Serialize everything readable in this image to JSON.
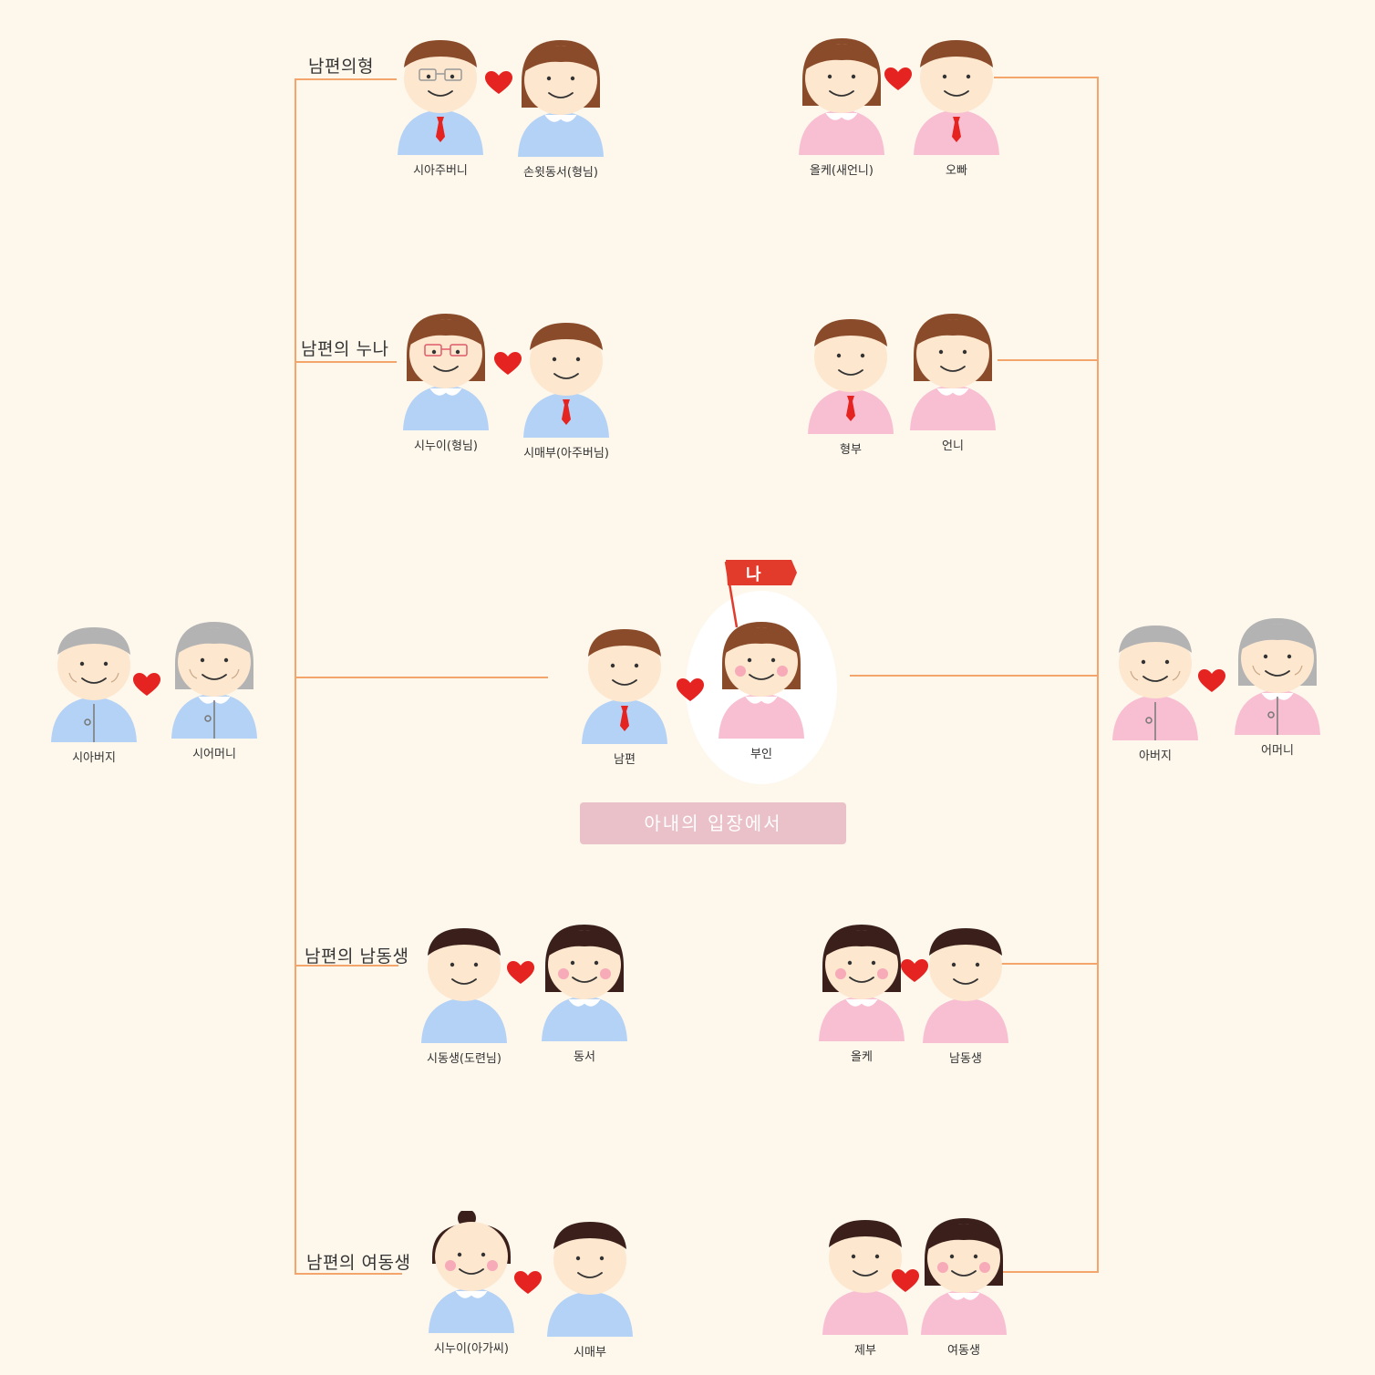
{
  "perspective": "아내의 입장에서",
  "me_flag": "나",
  "colors": {
    "background": "#fdf7ec",
    "line": "#f4a56b",
    "husband_shirt": "#b4d2f5",
    "wife_shirt": "#f8bfd2",
    "skin": "#fde7cf",
    "heart": "#e52320",
    "tie": "#e52320",
    "flag": "#e23a2b",
    "caption_bg": "#eac1c8"
  },
  "group_labels": [
    "남편의형",
    "남편의 누나",
    "남편의 남동생",
    "남편의 여동생"
  ],
  "people": {
    "husband_father": "시아버지",
    "husband_mother": "시어머니",
    "older_brother": "시아주버니",
    "older_brother_wife": "손윗동서(형님)",
    "older_sister": "시누이(형님)",
    "older_sister_husband": "시매부(아주버님)",
    "husband": "남편",
    "wife": "부인",
    "younger_brother": "시동생(도련님)",
    "younger_brother_wife": "동서",
    "younger_sister": "시누이(아가씨)",
    "younger_sister_husband": "시매부",
    "wife_brother_wife": "올케(새언니)",
    "wife_brother": "오빠",
    "wife_sister_husband": "형부",
    "wife_sister": "언니",
    "father": "아버지",
    "mother": "어머니",
    "wife_ybrother_wife": "올케",
    "wife_ybrother": "남동생",
    "wife_ysister_husband": "제부",
    "wife_ysister": "여동생"
  }
}
